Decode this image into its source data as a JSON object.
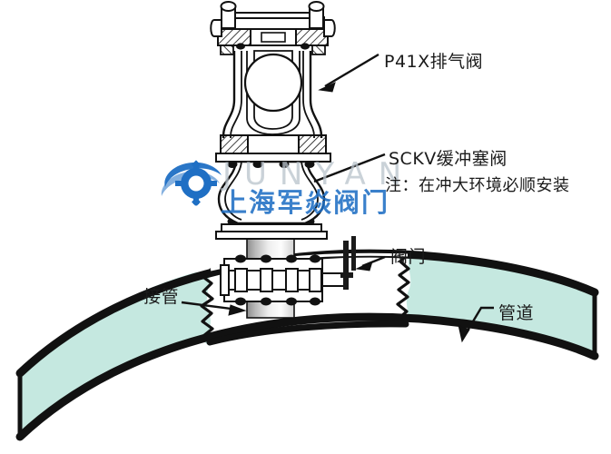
{
  "diagram": {
    "title": "P41X exhaust valve installation on pipeline",
    "background_color": "#ffffff",
    "line_color": "#111111"
  },
  "labels": {
    "air_valve": "P41X排气阀",
    "buffer_valve": "SCKV缓冲塞阀",
    "note": "注：在冲大环境必顺安装",
    "valve": "阀门",
    "connecting_pipe": "接管",
    "pipeline": "管道"
  },
  "watermark": {
    "brand_latin": "JUNYAN",
    "brand_cn": "上海军焱阀门",
    "logo_icon": "gear-swoosh-icon",
    "logo_color": "#1f6fc4",
    "latin_color": "#b9c3cc"
  },
  "components": {
    "air_valve": {
      "name_icon": "air-release-valve-icon",
      "description": "P41X air release valve cross-section with ball float, bolted top cap and bottom flange"
    },
    "buffer_plug_valve": {
      "name_icon": "buffer-plug-valve-icon",
      "description": "SCKV buffer plug valve, bulbous body between two flanges"
    },
    "butterfly_valve": {
      "name_icon": "butterfly-valve-icon",
      "description": "Flanged butterfly valve with vertical lever handle"
    },
    "riser_pipe": {
      "name_icon": "riser-pipe-icon",
      "description": "Vertical connecting pipe from pipeline to valve stack"
    },
    "pipeline": {
      "name_icon": "pipeline-icon",
      "description": "Curved main pipeline shown in cut-away",
      "fill_color": "#c5e8e0",
      "outline_color": "#111111"
    }
  }
}
